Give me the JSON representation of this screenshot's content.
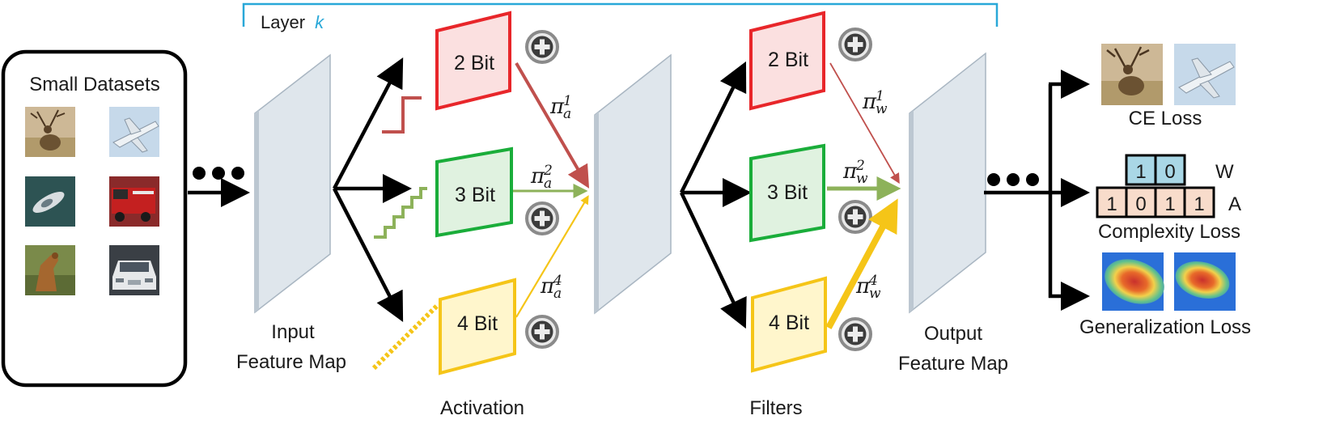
{
  "layer_label": "Layer",
  "layer_index": "k",
  "dataset": {
    "title": "Small Datasets",
    "images": [
      "deer-thumbnail",
      "airplane-thumbnail",
      "ship-thumbnail",
      "fire-truck-thumbnail",
      "horse-thumbnail",
      "car-thumbnail"
    ]
  },
  "input_map": {
    "line1": "Input",
    "line2": "Feature Map"
  },
  "output_map": {
    "line1": "Output",
    "line2": "Feature Map"
  },
  "activation": {
    "caption": "Activation",
    "branches": [
      {
        "label": "2 Bit",
        "pi": "π",
        "sub": "a",
        "sup": "1"
      },
      {
        "label": "3 Bit",
        "pi": "π",
        "sub": "a",
        "sup": "2"
      },
      {
        "label": "4 Bit",
        "pi": "π",
        "sub": "a",
        "sup": "4"
      }
    ]
  },
  "filters": {
    "caption": "Filters",
    "branches": [
      {
        "label": "2 Bit",
        "pi": "π",
        "sub": "w",
        "sup": "1"
      },
      {
        "label": "3 Bit",
        "pi": "π",
        "sub": "w",
        "sup": "2"
      },
      {
        "label": "4 Bit",
        "pi": "π",
        "sub": "w",
        "sup": "4"
      }
    ]
  },
  "losses": {
    "ce": "CE Loss",
    "complexity": "Complexity Loss",
    "generalization": "Generalization Loss",
    "w_bits": [
      "1",
      "0"
    ],
    "w_label": "W",
    "a_bits": [
      "1",
      "0",
      "1",
      "1"
    ],
    "a_label": "A"
  },
  "colors": {
    "red": "#e8262a",
    "red_fill": "#fbe0e0",
    "green": "#1aad3a",
    "green_fill": "#e0f2e0",
    "yellow": "#f5c518",
    "yellow_fill": "#fff6cc",
    "layer_bracket": "#29a8d8",
    "feature_map": "#dfe6ec",
    "red_arrow": "#c0504d",
    "green_arrow": "#8db25a",
    "yellow_arrow": "#f5c518",
    "w_cell": "#a9d7e6",
    "a_cell": "#f8dccb"
  }
}
